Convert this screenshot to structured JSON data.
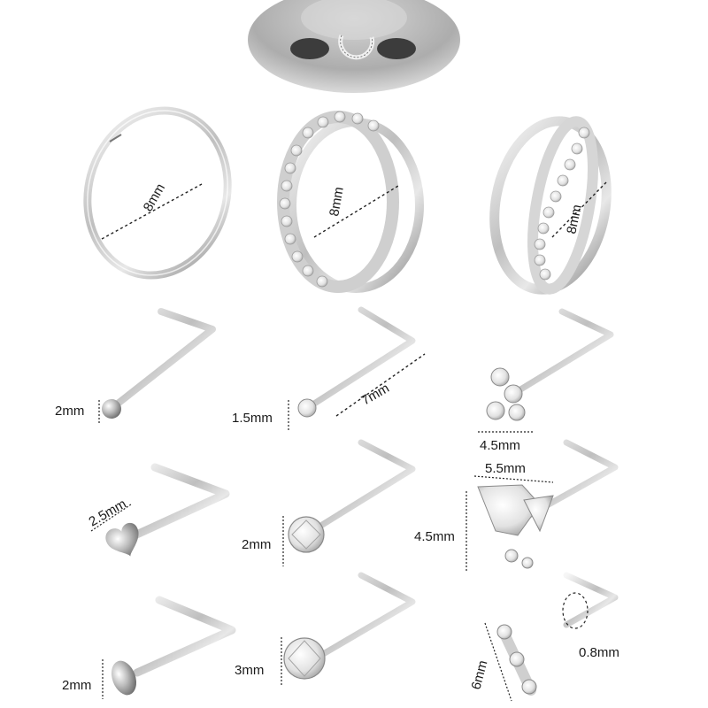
{
  "labels": {
    "ring_hinged": "8mm",
    "ring_cz_clicker": "8mm",
    "ring_cz_double": "8mm",
    "stud_ball": "2mm",
    "stud_cz_small_gem": "1.5mm",
    "stud_cz_small_length": "7mm",
    "stud_trinity_width": "4.5mm",
    "stud_heart": "2.5mm",
    "stud_cz_medium": "2mm",
    "stud_butterfly_width": "5.5mm",
    "stud_butterfly_height": "4.5mm",
    "stud_flat_disc": "2mm",
    "stud_cz_large": "3mm",
    "stud_triple_bar_length": "6mm",
    "stud_triple_bar_gauge": "0.8mm"
  },
  "colors": {
    "metal_light": "#f4f4f4",
    "metal_mid": "#bdbdbd",
    "metal_dark": "#7a7a7a",
    "label_text": "#1a1a1a",
    "background": "#ffffff"
  }
}
